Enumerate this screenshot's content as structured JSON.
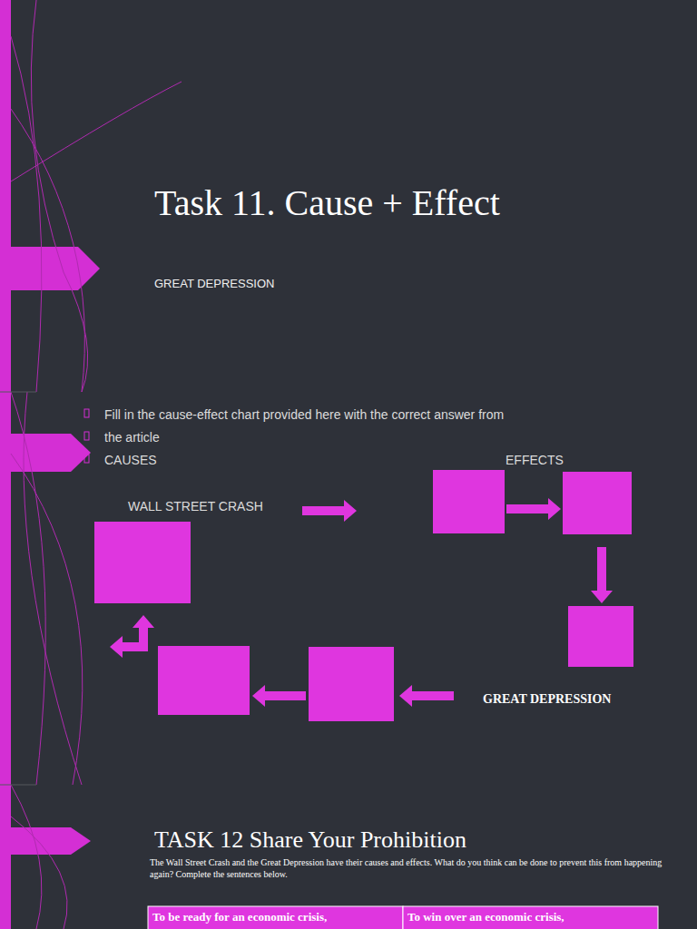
{
  "diagram": {
    "title": "Task 11. Cause + Effect",
    "labels": [
      "GREAT DEPRESSION",
      "Fill in the cause-effect chart provided here with the correct answer from",
      "the article",
      "CAUSES",
      "EFFECTS",
      "WALL STREET CRASH",
      "GREAT DEPRESSION",
      "TASK 12 Share Your Prohibition",
      "The Wall Street Crash and the Great Depression have their causes and effects. What do you think can be done to prevent this from happening again? Complete the sentences below.",
      "To be ready for an economic crisis,",
      "To win over an economic crisis,"
    ]
  }
}
